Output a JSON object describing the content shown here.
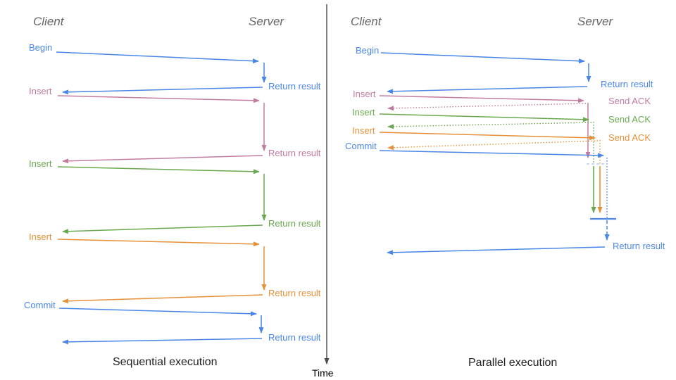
{
  "headers": {
    "client": "Client",
    "server": "Server"
  },
  "labels": {
    "begin": "Begin",
    "insert": "Insert",
    "commit": "Commit",
    "return_result": "Return result",
    "send_ack": "Send ACK"
  },
  "captions": {
    "left": "Sequential execution",
    "right": "Parallel execution"
  },
  "time_axis": {
    "label": "Time"
  },
  "colors": {
    "blue": "#4a86e8",
    "pink": "#c27ba0",
    "green": "#6aa84f",
    "orange": "#e69138",
    "header_gray": "#666666",
    "axis_gray": "#4a4a4a",
    "caption_black": "#212121",
    "wait_light_blue": "#aac4e8"
  }
}
